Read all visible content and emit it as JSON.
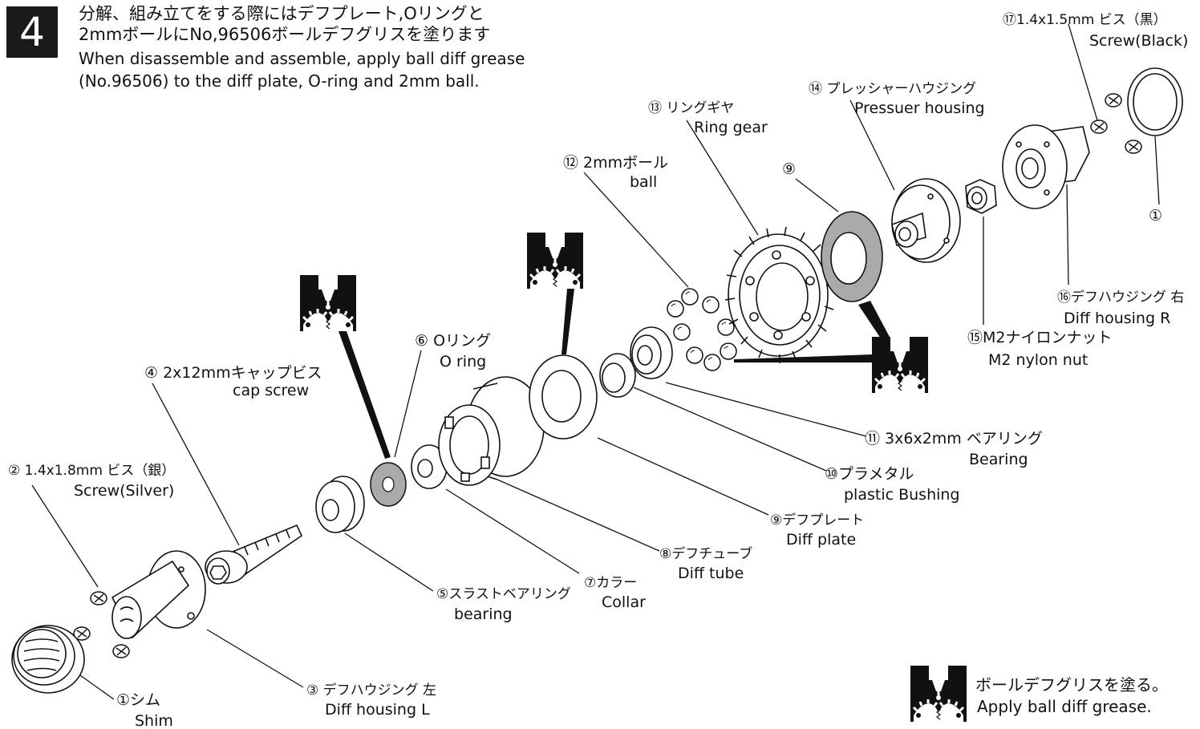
{
  "step": {
    "number": "4",
    "instruction_jp_1": "分解、組み立てをする際にはデフプレート,Oリングと",
    "instruction_jp_2": "2mmボールにNo,96506ボールデフグリスを塗ります",
    "instruction_en_1": "When disassemble and assemble, apply ball diff grease",
    "instruction_en_2": "(No.96506) to the diff plate, O-ring and 2mm ball."
  },
  "parts": {
    "p17": {
      "jp": "⑰1.4x1.5mm ビス（黒）",
      "en": "Screw(Black)"
    },
    "p14": {
      "jp": "⑭ プレッシャーハウジング",
      "en": "Pressuer housing"
    },
    "p13": {
      "jp": "⑬ リングギヤ",
      "en": "Ring gear"
    },
    "p12": {
      "jp": "⑫  2mmボール",
      "en": "ball"
    },
    "p9_top": {
      "jp": "⑨"
    },
    "p1_right": {
      "jp": "①"
    },
    "p16": {
      "jp": "⑯デフハウジング 右",
      "en": "Diff housing R"
    },
    "p15": {
      "jp": "⑮M2ナイロンナット",
      "en": "M2 nylon nut"
    },
    "p6": {
      "jp": "⑥  Oリング",
      "en": "O ring"
    },
    "p4": {
      "jp": "④  2x12mmキャップビス",
      "en": "cap screw"
    },
    "p11": {
      "jp": "⑪  3x6x2mm  ベアリング",
      "en": "Bearing"
    },
    "p10": {
      "jp": "⑩プラメタル",
      "en": "plastic Bushing"
    },
    "p2": {
      "jp": "②  1.4x1.8mm  ビス（銀）",
      "en": "Screw(Silver)"
    },
    "p9": {
      "jp": "⑨デフプレート",
      "en": "Diff plate"
    },
    "p8": {
      "jp": "⑧デフチューブ",
      "en": "Diff tube"
    },
    "p7": {
      "jp": "⑦カラー",
      "en": "Collar"
    },
    "p5": {
      "jp": "⑤スラストベアリング",
      "en": "bearing"
    },
    "p3": {
      "jp": "③ デフハウジング 左",
      "en": "Diff housing L"
    },
    "p1": {
      "jp": "①シム",
      "en": "Shim"
    }
  },
  "legend": {
    "icon": "grease-icon",
    "jp": "ボールデフグリスを塗る。",
    "en": "Apply ball diff grease."
  }
}
